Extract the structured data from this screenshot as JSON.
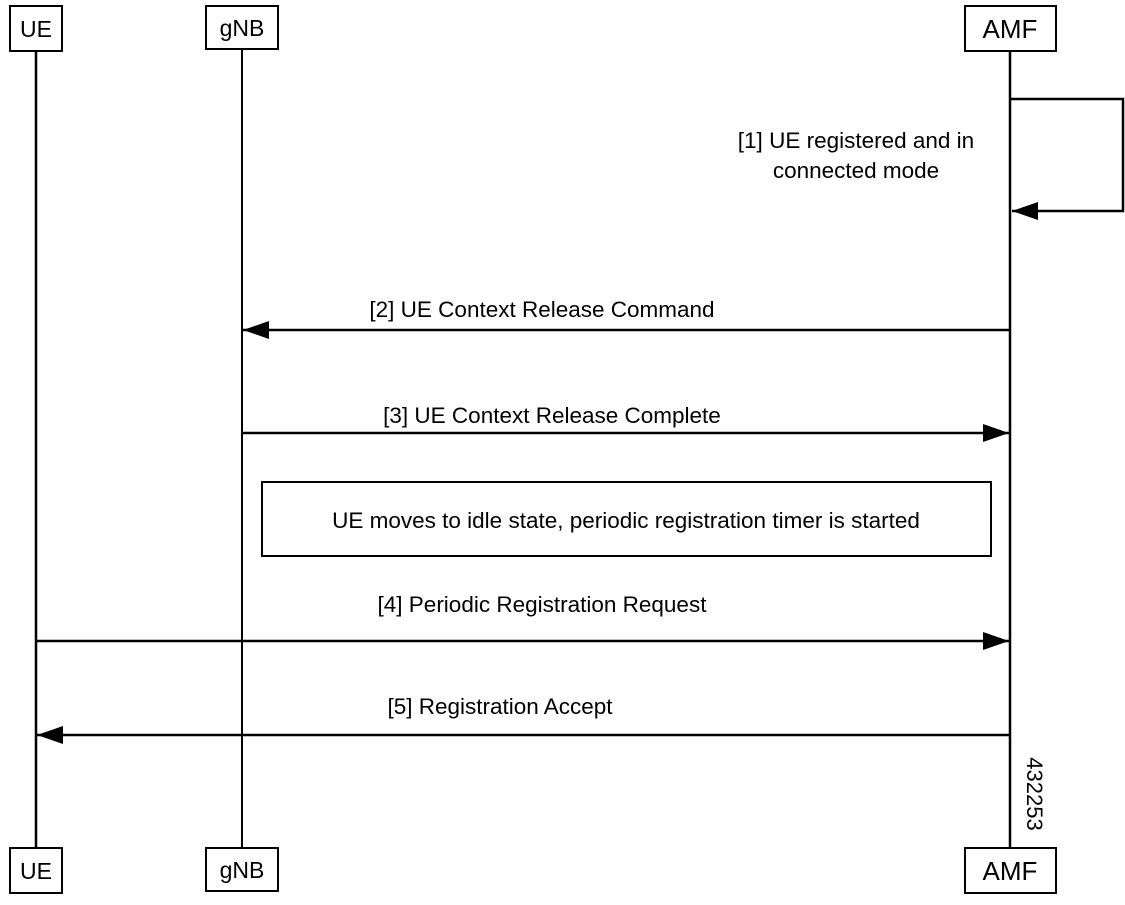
{
  "participants": [
    {
      "id": "ue",
      "label": "UE"
    },
    {
      "id": "gnb",
      "label": "gNB"
    },
    {
      "id": "amf",
      "label": "AMF"
    }
  ],
  "messages": [
    {
      "id": "m1",
      "from": "amf",
      "to": "amf",
      "text_lines": [
        "[1] UE registered and in",
        "connected mode"
      ]
    },
    {
      "id": "m2",
      "from": "amf",
      "to": "gnb",
      "text": "[2] UE Context Release Command"
    },
    {
      "id": "m3",
      "from": "gnb",
      "to": "amf",
      "text": "[3] UE Context Release Complete"
    },
    {
      "id": "m4",
      "from": "ue",
      "to": "amf",
      "text": "[4] Periodic Registration Request"
    },
    {
      "id": "m5",
      "from": "amf",
      "to": "ue",
      "text": "[5] Registration Accept"
    }
  ],
  "note": {
    "text": "UE moves to idle state, periodic registration timer is started"
  },
  "figure_id": "432253"
}
